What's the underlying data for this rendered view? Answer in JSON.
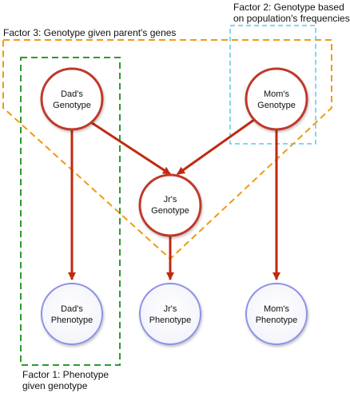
{
  "colors": {
    "genotype_stroke": "#c0392b",
    "phenotype_stroke": "#8c92e6",
    "edge": "#c0290f",
    "factor1": "#2e9a2e",
    "factor2": "#5bc8ec",
    "factor3": "#ee9a12"
  },
  "factors": {
    "factor1": {
      "line1": "Factor 1: Phenotype",
      "line2": "given genotype"
    },
    "factor2": {
      "line1": "Factor 2: Genotype based",
      "line2": "on population's frequencies"
    },
    "factor3": {
      "line1": "Factor 3: Genotype given parent's genes"
    }
  },
  "nodes": {
    "dad_genotype": {
      "line1": "Dad's",
      "line2": "Genotype"
    },
    "mom_genotype": {
      "line1": "Mom's",
      "line2": "Genotype"
    },
    "jr_genotype": {
      "line1": "Jr's",
      "line2": "Genotype"
    },
    "dad_phenotype": {
      "line1": "Dad's",
      "line2": "Phenotype"
    },
    "jr_phenotype": {
      "line1": "Jr's",
      "line2": "Phenotype"
    },
    "mom_phenotype": {
      "line1": "Mom's",
      "line2": "Phenotype"
    }
  }
}
